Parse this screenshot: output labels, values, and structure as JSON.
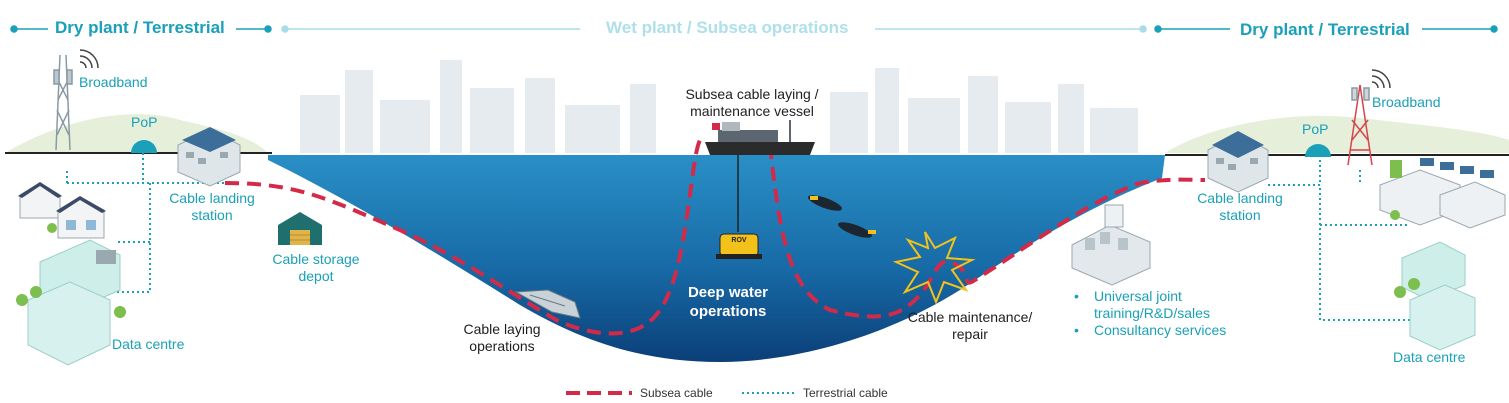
{
  "headers": {
    "left": "Dry plant / Terrestrial",
    "center": "Wet plant / Subsea operations",
    "right": "Dry plant / Terrestrial"
  },
  "left_side": {
    "broadband": "Broadband",
    "pop": "PoP",
    "cable_landing_station": [
      "Cable landing",
      "station"
    ],
    "data_centre": "Data centre"
  },
  "right_side": {
    "broadband": "Broadband",
    "pop": "PoP",
    "cable_landing_station": [
      "Cable landing",
      "station"
    ],
    "data_centre": "Data centre"
  },
  "middle": {
    "cable_storage_depot": [
      "Cable storage",
      "depot"
    ],
    "vessel": [
      "Subsea cable laying /",
      "maintenance vessel"
    ],
    "deep_water": [
      "Deep water",
      "operations"
    ],
    "cable_laying": [
      "Cable laying",
      "operations"
    ],
    "maintenance": [
      "Cable maintenance/",
      "repair"
    ],
    "rov_label": "ROV"
  },
  "services": [
    "Universal joint",
    "training/R&D/sales",
    "Consultancy services"
  ],
  "legend": {
    "subsea": "Subsea cable",
    "terrestrial": "Terrestrial cable"
  },
  "colors": {
    "accent": "#1aa0b8",
    "subsea_cable": "#d32a4a",
    "water_top": "#1d7fb8",
    "water_deep": "#0b3f78",
    "ground_line": "#222222"
  }
}
